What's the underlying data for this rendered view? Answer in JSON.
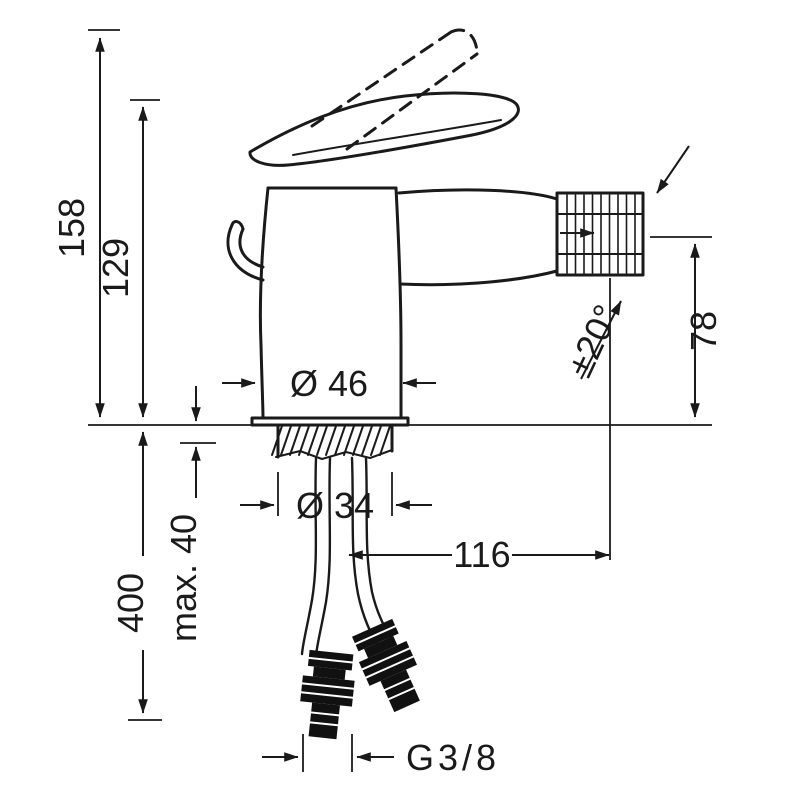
{
  "drawing": {
    "labels": {
      "overall_height": "158",
      "body_height": "129",
      "base_diameter": "Ø 46",
      "shank_diameter": "Ø 34",
      "max_mounting_thickness": "max. 40",
      "hose_length": "400",
      "spout_reach": "116",
      "outlet_height": "78",
      "swivel_angle": "±20°",
      "connection_thread": "G3/8"
    },
    "colors": {
      "line": "#1a1a1a",
      "background": "#ffffff"
    }
  }
}
